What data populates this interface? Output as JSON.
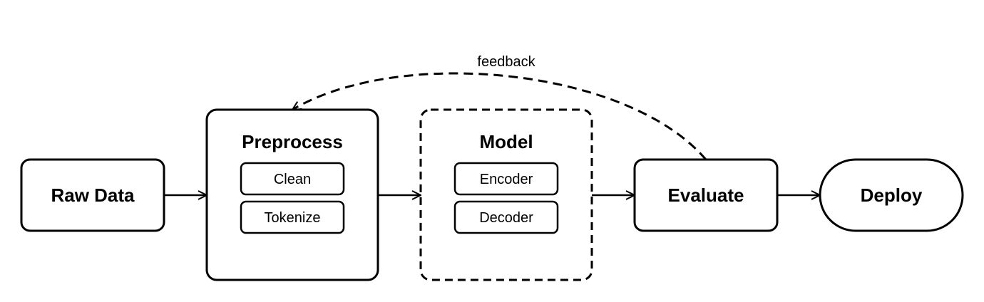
{
  "nodes": {
    "raw_data": {
      "label": "Raw Data"
    },
    "preprocess": {
      "label": "Preprocess",
      "steps": [
        "Clean",
        "Tokenize"
      ]
    },
    "model": {
      "label": "Model",
      "components": [
        "Encoder",
        "Decoder"
      ]
    },
    "evaluate": {
      "label": "Evaluate"
    },
    "deploy": {
      "label": "Deploy"
    }
  },
  "edges": {
    "feedback_label": "feedback"
  },
  "colors": {
    "stroke": "#000000",
    "background": "#ffffff"
  }
}
